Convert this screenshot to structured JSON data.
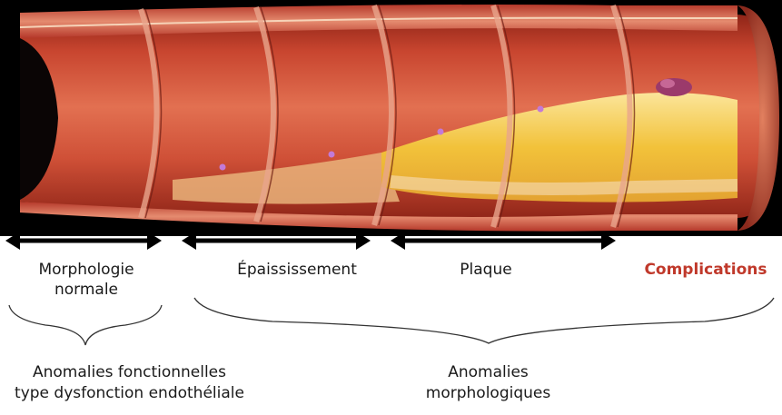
{
  "figure": {
    "stages": [
      {
        "id": "normal",
        "label_lines": [
          "Morphologie",
          "normale"
        ]
      },
      {
        "id": "thickening",
        "label_lines": [
          "Épaississement"
        ]
      },
      {
        "id": "plaque",
        "label_lines": [
          "Plaque"
        ]
      },
      {
        "id": "complications",
        "label_lines": [
          "Complications"
        ]
      }
    ],
    "groups": [
      {
        "id": "functional",
        "label_lines": [
          "Anomalies fonctionnelles",
          "type dysfonction endothéliale"
        ]
      },
      {
        "id": "morphological",
        "label_lines": [
          "Anomalies",
          "morphologiques"
        ]
      }
    ],
    "colors": {
      "accent": "#c0392b",
      "text": "#1a1a1a",
      "background": "#000000",
      "vessel_wall": "#c8452f",
      "lumen": "#d9573c",
      "lipid": "#f2c23a"
    }
  }
}
